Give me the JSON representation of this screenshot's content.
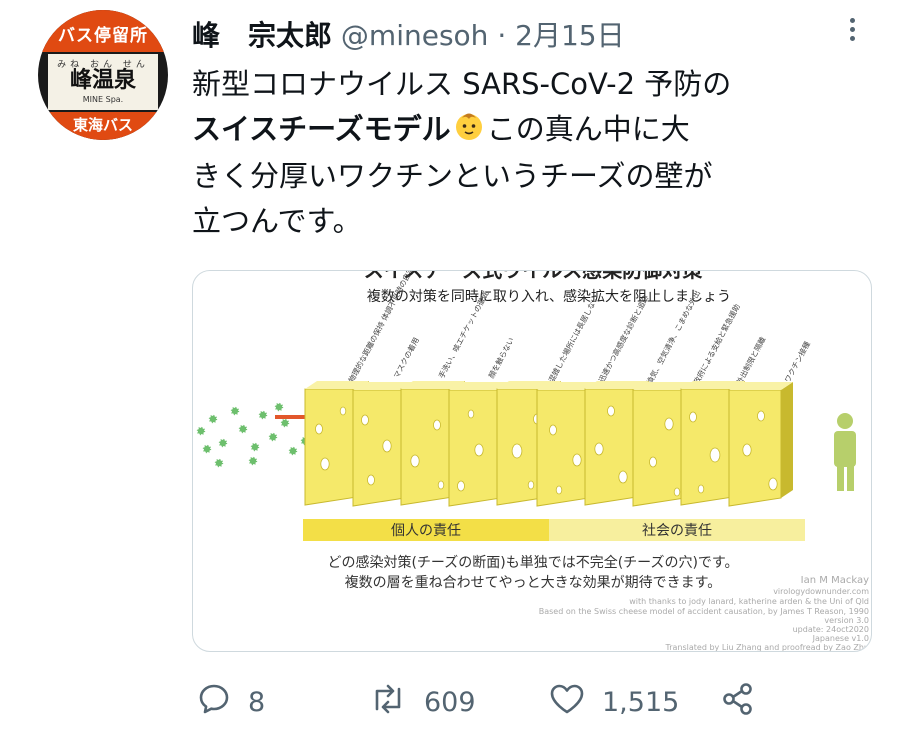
{
  "avatar": {
    "sign_top": "バス停留所",
    "ruby": "みね おん せん",
    "station": "峰温泉",
    "roman": "MINE Spa.",
    "sign_bottom": "東海バス"
  },
  "tweet": {
    "display_name": "峰　宗太郎",
    "handle": "@minesoh",
    "separator": "·",
    "date": "2月15日",
    "text_line1": "新型コロナウイルス SARS-CoV-2 予防の",
    "text_bold": "スイスチーズモデル",
    "emoji_name": "baby-emoji",
    "text_line2_rest": "この真ん中に大",
    "text_line3": "きく分厚いワクチンというチーズの壁が",
    "text_line4": "立つんです。"
  },
  "media": {
    "title_cut": "スイスチーズ式ウイルス感染防御対策",
    "subtitle": "複数の対策を同時に取り入れ、感染拡大を阻止しましょう",
    "slice_labels": [
      "物理的な距離の保持 体調不良時の自宅待機",
      "マスクの着用",
      "手洗い、咳エチケットの徹底",
      "顔を触らない",
      "混雑した場所には長居しない",
      "迅速かつ高感度な診断と追跡",
      "換気、空気清浄、こまめな外出",
      "政府による支給と緊急援助",
      "外出制限と隔離",
      "ワクチン接種"
    ],
    "personal_label": "個人の責任",
    "social_label": "社会の責任",
    "caption1": "どの感染対策(チーズの断面)も単独では不完全(チーズの穴)です。",
    "caption2": "複数の層を重ね合わせてやっと大きな効果が期待できます。",
    "credit_author": "Ian M Mackay",
    "credit_site": "virologydownunder.com",
    "credit_thanks": "with thanks to jody lanard, katherine arden & the Uni of Qld",
    "credit_based": "Based on the Swiss cheese model of accident causation, by James T Reason, 1990",
    "credit_version": "version 3.0",
    "credit_update": "update: 24oct2020",
    "credit_lang": "Japanese v1.0",
    "credit_translated": "Translated by Liu Zhang and proofread by Zao Zhu",
    "colors": {
      "cheese": "#f5e96a",
      "cheese_edge": "#c8b92e",
      "personal_bar": "#f3df47",
      "social_bar": "#f7ef9e",
      "virus": "#6dbf6d",
      "arrow": "#e2572b",
      "person": "#b7cf6b"
    }
  },
  "actions": {
    "reply_count": "8",
    "retweet_count": "609",
    "like_count": "1,515"
  }
}
